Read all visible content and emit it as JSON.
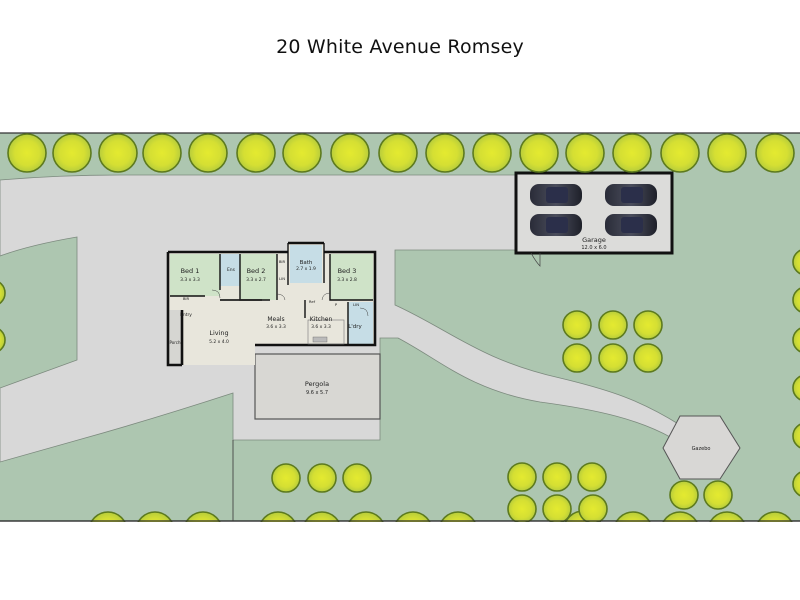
{
  "title": "20 White Avenue  Romsey",
  "colors": {
    "lawn": "#adc6b0",
    "paving": "#d8d8d8",
    "tree_fill": "#d9e232",
    "tree_edge": "#5d7a1e",
    "wall": "#111111",
    "room_green": "#cfe3c8",
    "room_blue": "#c6dde6",
    "living_floor": "#e8e6dc",
    "structure": "#d5d4d0"
  },
  "house": {
    "rooms": [
      {
        "name": "Bed 1",
        "dims": "3.3 x 3.3"
      },
      {
        "name": "Ens",
        "dims": ""
      },
      {
        "name": "Bed 2",
        "dims": "3.3 x 2.7"
      },
      {
        "name": "Bath",
        "dims": "2.7 x 1.9"
      },
      {
        "name": "Bed 3",
        "dims": "3.3 x 2.8"
      },
      {
        "name": "Meals",
        "dims": "3.6 x 3.3"
      },
      {
        "name": "Kitchen",
        "dims": "3.6 x 3.3"
      },
      {
        "name": "Living",
        "dims": "5.2 x 4.0"
      },
      {
        "name": "L'dry",
        "dims": ""
      },
      {
        "name": "Entry",
        "dims": ""
      },
      {
        "name": "Porch",
        "dims": ""
      }
    ],
    "small_labels": {
      "bir1": "BIR",
      "bir2": "BIR",
      "lin1": "LIN",
      "lin2": "LIN",
      "ref": "Ref",
      "pantry": "P"
    }
  },
  "structures": {
    "garage": {
      "name": "Garage",
      "dims": "12.0 x 6.0",
      "cars": 4
    },
    "pergola": {
      "name": "Pergola",
      "dims": "9.6 x 5.7"
    },
    "gazebo": {
      "name": "Gazebo"
    }
  }
}
